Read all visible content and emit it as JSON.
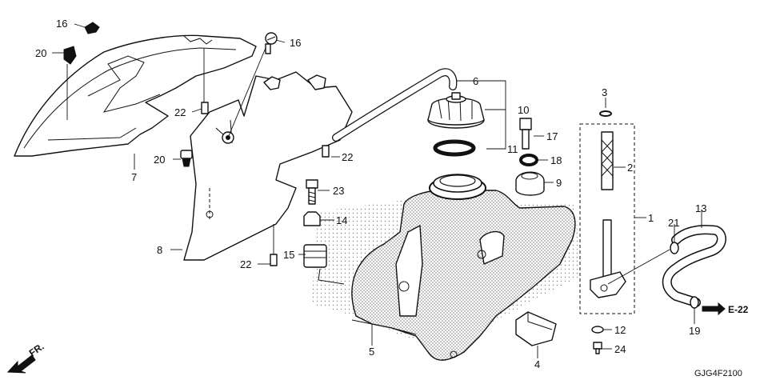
{
  "diagram_code": "GJG4F2100",
  "front_marker": "FR.",
  "reference_marker": "E-22",
  "callouts": {
    "c1": "1",
    "c2": "2",
    "c3": "3",
    "c4": "4",
    "c5": "5",
    "c6": "6",
    "c7": "7",
    "c8": "8",
    "c9": "9",
    "c10": "10",
    "c11": "11",
    "c12": "12",
    "c13": "13",
    "c14": "14",
    "c15": "15",
    "c16a": "16",
    "c16b": "16",
    "c17": "17",
    "c18": "18",
    "c19": "19",
    "c20a": "20",
    "c20b": "20",
    "c21": "21",
    "c22a": "22",
    "c22b": "22",
    "c22c": "22",
    "c23": "23",
    "c24": "24"
  },
  "colors": {
    "ink": "#111111",
    "stipple": "#9a9a9a",
    "paper": "#ffffff"
  },
  "icons": [
    "front-direction-arrow-icon",
    "reference-arrow-icon"
  ]
}
